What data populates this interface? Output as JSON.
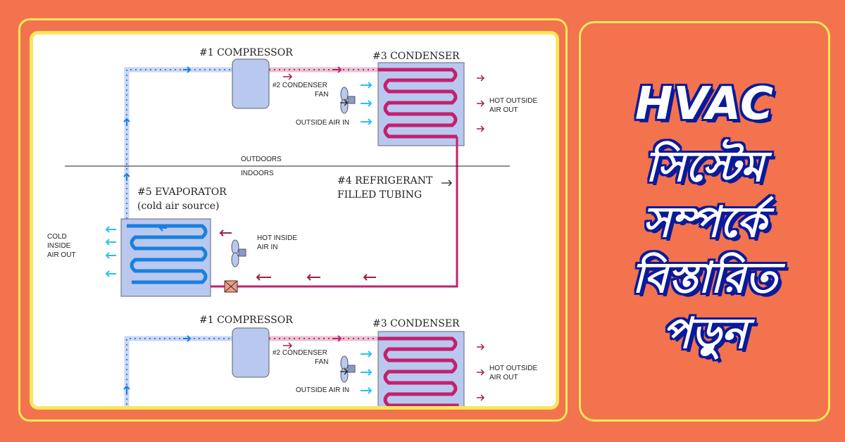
{
  "title": {
    "line1": "HVAC",
    "line2": "সিস্টেম",
    "line3": "সম্পর্কে",
    "line4": "বিস্তারিত",
    "line5": "পড়ুন"
  },
  "diagram": {
    "compressor": "#1 COMPRESSOR",
    "condenser_fan_1": "#2 CONDENSER",
    "condenser_fan_2": "FAN",
    "condenser": "#3 CONDENSER",
    "outside_air_in": "OUTSIDE AIR IN",
    "hot_outside_1": "HOT OUTSIDE",
    "hot_outside_2": "AIR OUT",
    "outdoors": "OUTDOORS",
    "indoors": "INDOORS",
    "tubing_1": "#4 REFRIGERANT",
    "tubing_2": "FILLED TUBING",
    "evaporator_1": "#5 EVAPORATOR",
    "evaporator_2": "(cold air source)",
    "cold_1": "COLD",
    "cold_2": "INSIDE",
    "cold_3": "AIR OUT",
    "hot_inside_1": "HOT INSIDE",
    "hot_inside_2": "AIR IN"
  },
  "colors": {
    "background": "#f2734e",
    "frame": "#f7e85a",
    "title_outline": "#0b1a9a",
    "cold_line": "#1a7fe0",
    "hot_line": "#c4206e",
    "coil_box": "#b9c8ee",
    "cold_arrow": "#29c3e8",
    "hot_arrow": "#a0204e"
  }
}
